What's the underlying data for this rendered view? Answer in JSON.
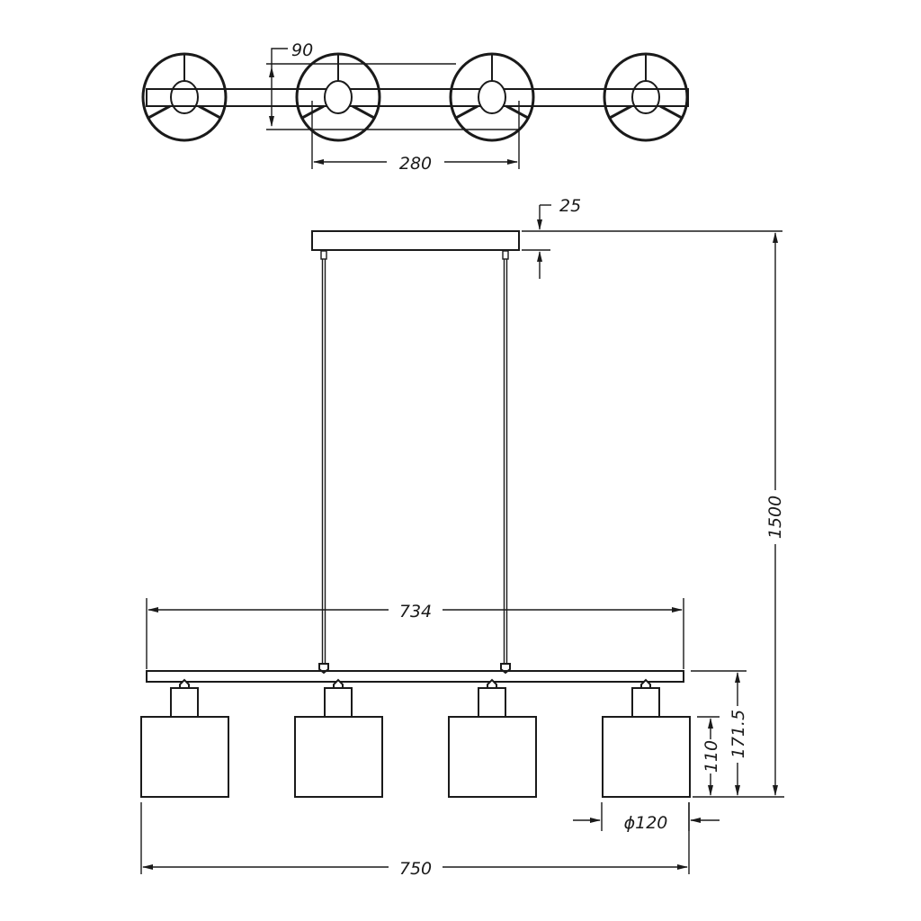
{
  "drawing": {
    "title": "Four-light pendant bar – dimension drawing",
    "lamp_count": 4,
    "line_color": "#1a1a1a",
    "background": "#ffffff"
  },
  "dimensions": {
    "top_depth": "90",
    "top_spacing": "280",
    "canopy_height": "25",
    "total_height": "1500",
    "bar_length": "734",
    "shade_height": "110",
    "hanging_height": "171.5",
    "shade_diameter": "ϕ120",
    "total_width": "750"
  }
}
